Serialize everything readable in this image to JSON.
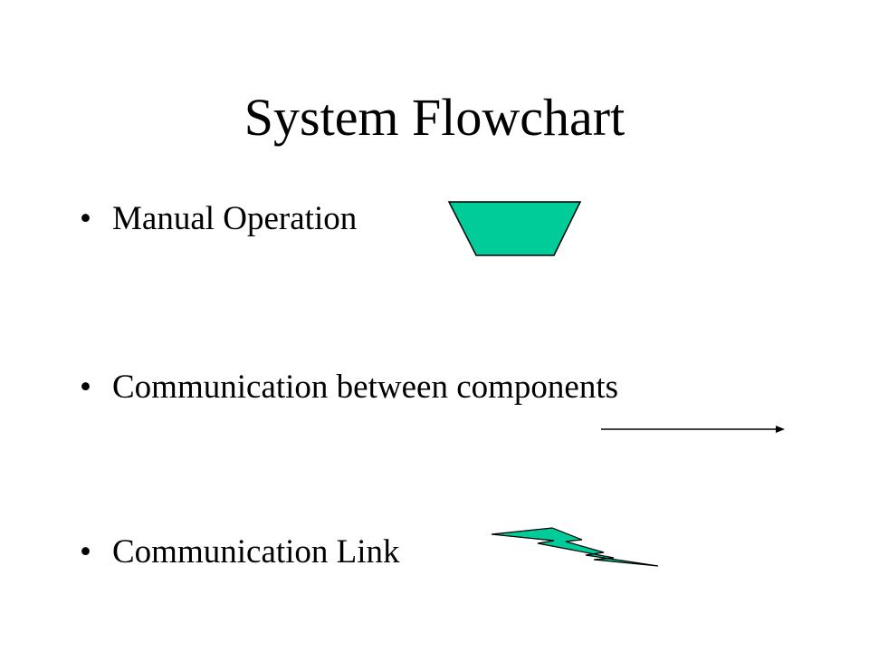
{
  "slide": {
    "title": "System Flowchart",
    "bullets": [
      {
        "text": "Manual Operation",
        "symbol": "trapezoid-shape"
      },
      {
        "text": "Communication between components",
        "symbol": "arrow-line"
      },
      {
        "text": "Communication Link",
        "symbol": "lightning-bolt-shape"
      }
    ],
    "bullet_glyph": "•"
  },
  "colors": {
    "shape_fill": "#00CC99",
    "stroke": "#000000",
    "background": "#FFFFFF"
  }
}
